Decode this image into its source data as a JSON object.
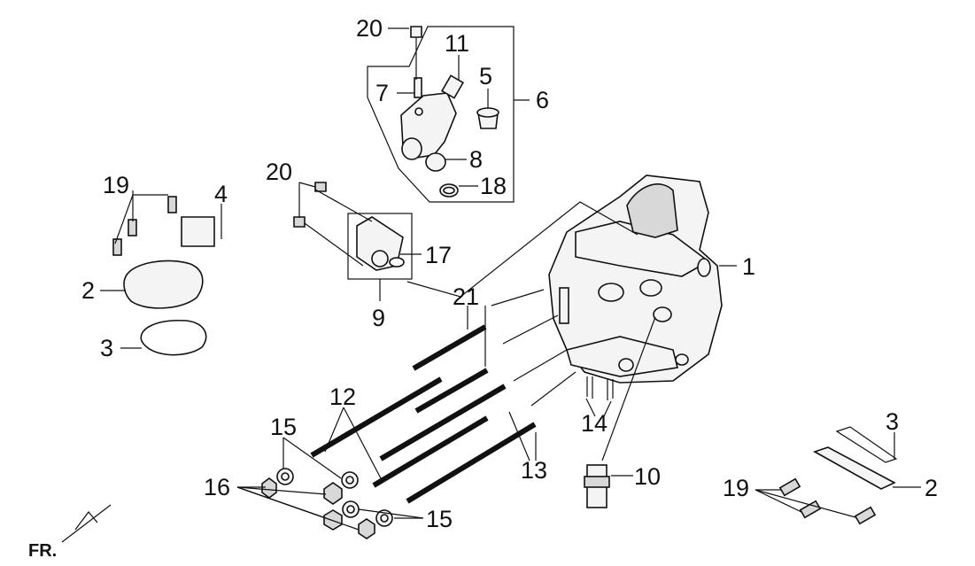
{
  "labels": {
    "l1": "1",
    "l2a": "2",
    "l2b": "2",
    "l3a": "3",
    "l3b": "3",
    "l4": "4",
    "l5": "5",
    "l6": "6",
    "l7": "7",
    "l8": "8",
    "l9": "9",
    "l10": "10",
    "l11": "11",
    "l12": "12",
    "l13": "13",
    "l14": "14",
    "l15a": "15",
    "l15b": "15",
    "l16": "16",
    "l17": "17",
    "l18": "18",
    "l19a": "19",
    "l19b": "19",
    "l20a": "20",
    "l20b": "20",
    "l21": "21"
  },
  "orientation": "FR."
}
